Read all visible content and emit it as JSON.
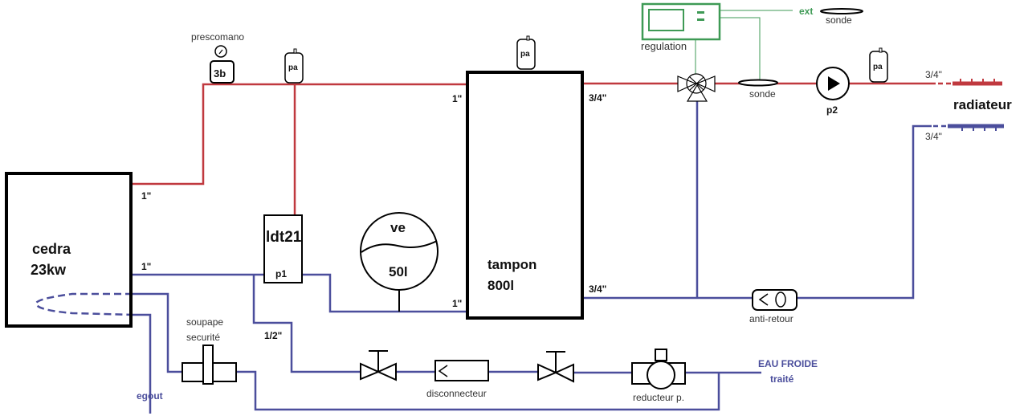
{
  "diagram": {
    "colors": {
      "hot_pipe": "#c0393f",
      "cold_pipe": "#4b4e9c",
      "control_wire": "#3e9a55",
      "component": "#000000"
    },
    "components": {
      "boiler": {
        "line1": "cedra",
        "line2": "23kw"
      },
      "pressure_gauge": {
        "label": "prescomano",
        "value": "3b"
      },
      "air_purger": "pa",
      "ldt": {
        "name": "ldt21",
        "pump": "p1"
      },
      "expansion_vessel": {
        "name": "ve",
        "volume": "50l"
      },
      "buffer_tank": {
        "line1": "tampon",
        "line2": "800l"
      },
      "regulation": "regulation",
      "ext_probe": {
        "ext": "ext",
        "label": "sonde"
      },
      "flow_probe": "sonde",
      "pump2": "p2",
      "radiator": "radiateur",
      "check_valve": "anti-retour",
      "safety_valve": {
        "line1": "soupape",
        "line2": "securité"
      },
      "disconnector": "disconnecteur",
      "pressure_reducer": "reducteur p.",
      "drain": "egout",
      "cold_water": {
        "line1": "EAU FROIDE",
        "line2": "traité"
      }
    },
    "pipe_sizes": {
      "boiler_flow": "1\"",
      "boiler_return": "1\"",
      "tank_in_flow": "1\"",
      "tank_out_flow": "3/4\"",
      "tank_in_return": "1\"",
      "tank_out_return": "3/4\"",
      "fill_line": "1/2\"",
      "radiator_flow": "3/4\"",
      "radiator_return": "3/4\""
    }
  }
}
